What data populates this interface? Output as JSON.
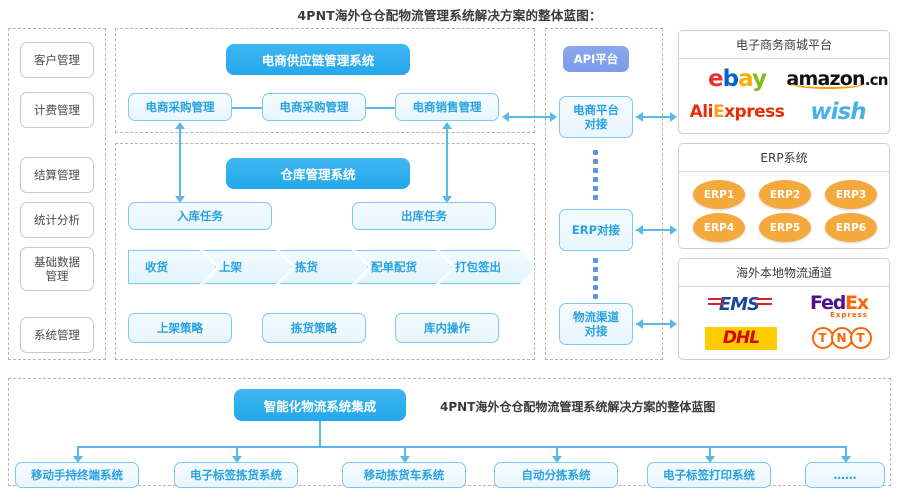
{
  "title": "4PNT海外仓仓配物流管理系统解决方案的整体蓝图：",
  "sidebar": {
    "items": [
      {
        "label": "客户管理"
      },
      {
        "label": "计费管理"
      },
      {
        "label": "结算管理"
      },
      {
        "label": "统计分析"
      },
      {
        "label": "基础数据\n管理"
      },
      {
        "label": "系统管理"
      }
    ]
  },
  "supply_chain": {
    "header": "电商供应链管理系统",
    "boxes": [
      {
        "label": "电商采购管理"
      },
      {
        "label": "电商采购管理"
      },
      {
        "label": "电商销售管理"
      }
    ]
  },
  "warehouse": {
    "header": "仓库管理系统",
    "tasks": [
      {
        "label": "入库任务"
      },
      {
        "label": "出库任务"
      }
    ],
    "process": [
      {
        "label": "收货"
      },
      {
        "label": "上架"
      },
      {
        "label": "拣货"
      },
      {
        "label": "配单配货"
      },
      {
        "label": "打包签出"
      }
    ],
    "strategies": [
      {
        "label": "上架策略"
      },
      {
        "label": "拣货策略"
      },
      {
        "label": "库内操作"
      }
    ]
  },
  "api": {
    "header": "API平台",
    "connectors": [
      {
        "label": "电商平台\n对接"
      },
      {
        "label": "ERP对接"
      },
      {
        "label": "物流渠道\n对接"
      }
    ]
  },
  "panels": {
    "ecommerce": {
      "title": "电子商务商城平台",
      "logos": [
        "ebay",
        "amazon.cn",
        "AliExpress",
        "wish"
      ]
    },
    "erp": {
      "title": "ERP系统",
      "items": [
        "ERP1",
        "ERP2",
        "ERP3",
        "ERP4",
        "ERP5",
        "ERP6"
      ]
    },
    "logistics": {
      "title": "海外本地物流通道",
      "logos": [
        "EMS",
        "FedEx Express",
        "DHL",
        "TNT"
      ]
    }
  },
  "bottom": {
    "header": "智能化物流系统集成",
    "note": "4PNT海外仓仓配物流管理系统解决方案的整体蓝图",
    "items": [
      {
        "label": "移动手持终端系统"
      },
      {
        "label": "电子标签拣货系统"
      },
      {
        "label": "移动拣货车系统"
      },
      {
        "label": "自动分拣系统"
      },
      {
        "label": "电子标签打印系统"
      },
      {
        "label": "……"
      }
    ]
  },
  "colors": {
    "accent_blue": "#23a8ea",
    "light_blue_border": "#7ec7ef",
    "api_purple": "#7e9ce9",
    "erp_orange": "#f5a93c",
    "dashed_grey": "#b6b6b6"
  }
}
